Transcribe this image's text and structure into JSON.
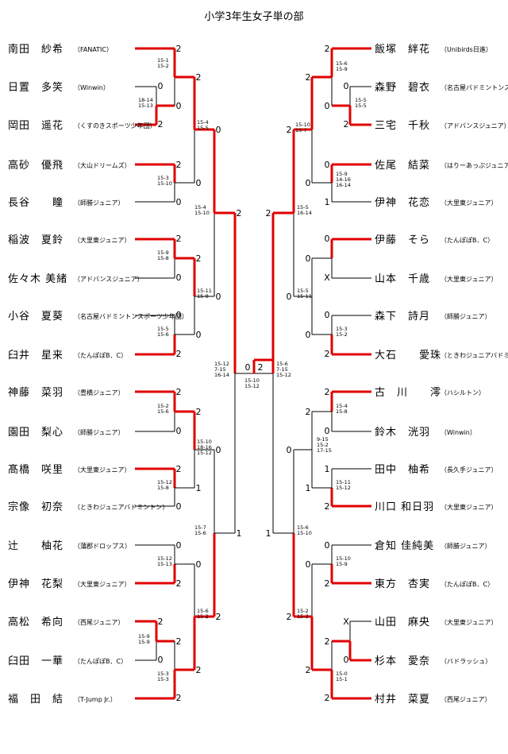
{
  "title": "小学3年生女子単の部",
  "left_players": [
    {
      "name": "南田　紗希",
      "club": "（FANATIC）"
    },
    {
      "name": "日置　多笑",
      "club": "（Winwin）"
    },
    {
      "name": "岡田　遥花",
      "club": "（くすのきスポーツ少年団）"
    },
    {
      "name": "高砂　優飛",
      "club": "（大山ドリームズ）"
    },
    {
      "name": "長谷　　瞳",
      "club": "（師勝ジュニア）"
    },
    {
      "name": "稲波　夏鈴",
      "club": "（大里東ジュニア）"
    },
    {
      "name": "佐々木 美緒",
      "club": "（アドバンスジュニア）"
    },
    {
      "name": "小谷　夏葵",
      "club": "（名古屋バドミントンスポーツ少年団）"
    },
    {
      "name": "臼井　星来",
      "club": "（たんぽぽB．C）"
    },
    {
      "name": "神藤　菜羽",
      "club": "（豊橋ジュニア）"
    },
    {
      "name": "園田　梨心",
      "club": "（師勝ジュニア）"
    },
    {
      "name": "髙橋　咲里",
      "club": "（大里東ジュニア）"
    },
    {
      "name": "宗像　初奈",
      "club": "（ときわジュニアバドミントン）"
    },
    {
      "name": "辻　　柚花",
      "club": "（蒲郡ドロップス）"
    },
    {
      "name": "伊神　花梨",
      "club": "（大里東ジュニア）"
    },
    {
      "name": "高松　希向",
      "club": "（西尾ジュニア）"
    },
    {
      "name": "臼田　一華",
      "club": "（たんぽぽB．C）"
    },
    {
      "name": "福　田　結",
      "club": "（T-Jump Jr.）"
    }
  ],
  "right_players": [
    {
      "name": "飯塚　絆花",
      "club": "（Unibirds日進）"
    },
    {
      "name": "森野　碧衣",
      "club": "（名古屋バドミントンスポーツ少年団）"
    },
    {
      "name": "三宅　千秋",
      "club": "（アドバンスジュニア）"
    },
    {
      "name": "佐尾　結菜",
      "club": "（はりーあっぷジュニア）"
    },
    {
      "name": "伊神　花恋",
      "club": "（大里東ジュニア）"
    },
    {
      "name": "伊藤　そら",
      "club": "（たんぽぽB．C）"
    },
    {
      "name": "山本　千歳",
      "club": "（大里東ジュニア）"
    },
    {
      "name": "森下　詩月",
      "club": "（師勝ジュニア）"
    },
    {
      "name": "大石　　愛珠",
      "club": "（ときわジュニアバドミントン）"
    },
    {
      "name": "古　川　　澪",
      "club": "（ハシルトン）"
    },
    {
      "name": "鈴木　洸羽",
      "club": "（Winwin）"
    },
    {
      "name": "田中　柚希",
      "club": "（長久手ジュニア）"
    },
    {
      "name": "川口 和日羽",
      "club": "（大里東ジュニア）"
    },
    {
      "name": "倉知 佳純美",
      "club": "（師勝ジュニア）"
    },
    {
      "name": "東方　杏実",
      "club": "（たんぽぽB．C）"
    },
    {
      "name": "山田　麻央",
      "club": "（大里東ジュニア）"
    },
    {
      "name": "杉本　愛奈",
      "club": "（バドラッシュ）"
    },
    {
      "name": "村井　菜夏",
      "club": "（西尾ジュニア）"
    }
  ],
  "colors": {
    "winner_line": "#e00000",
    "loser_line": "#000000",
    "text": "#000000"
  }
}
